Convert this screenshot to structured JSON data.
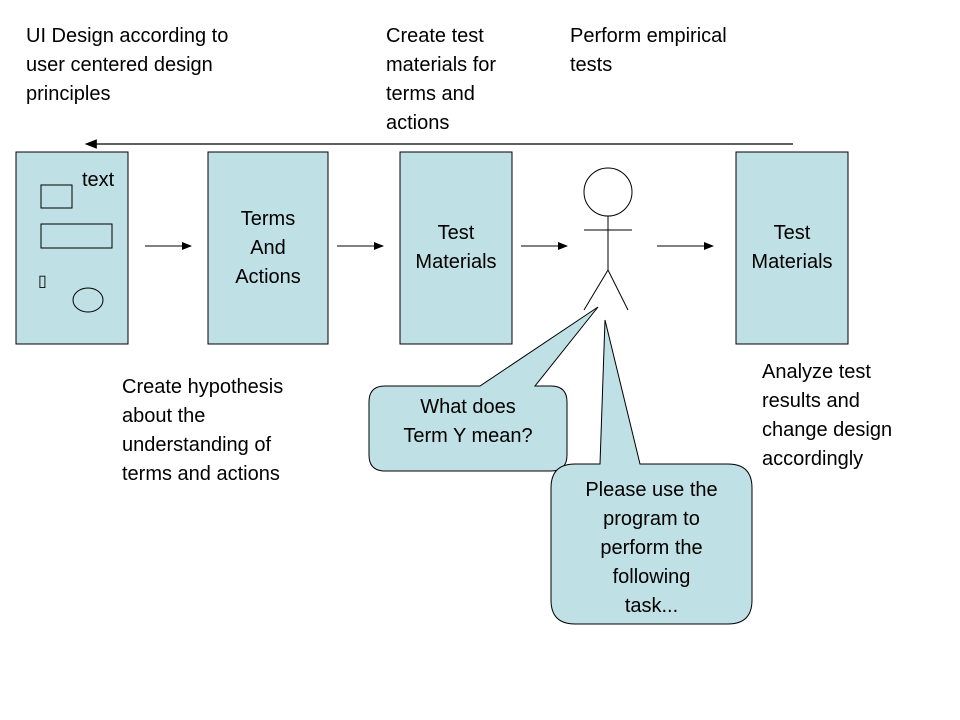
{
  "captions": {
    "ui_design": "UI Design according to\nuser centered design\nprinciples",
    "create_test_materials": "Create test\nmaterials for\nterms and\nactions",
    "perform_tests": "Perform empirical\ntests",
    "hypothesis": "Create hypothesis\nabout the\nunderstanding of\nterms and actions",
    "analyze": "Analyze test\nresults and\nchange design\naccordingly"
  },
  "boxes": {
    "ui_mockup_text": "text",
    "ui_mockup_glyph": "▯",
    "terms_and_actions": "Terms\nAnd\nActions",
    "test_materials_1": "Test\nMaterials",
    "test_materials_2": "Test\nMaterials"
  },
  "bubbles": {
    "question": "What does\nTerm Y mean?",
    "task": "Please use the\nprogram to\nperform the\nfollowing\ntask..."
  },
  "colors": {
    "box_fill": "#bfe0e4",
    "bubble_fill": "#bfe0e4",
    "stroke": "#000000"
  }
}
